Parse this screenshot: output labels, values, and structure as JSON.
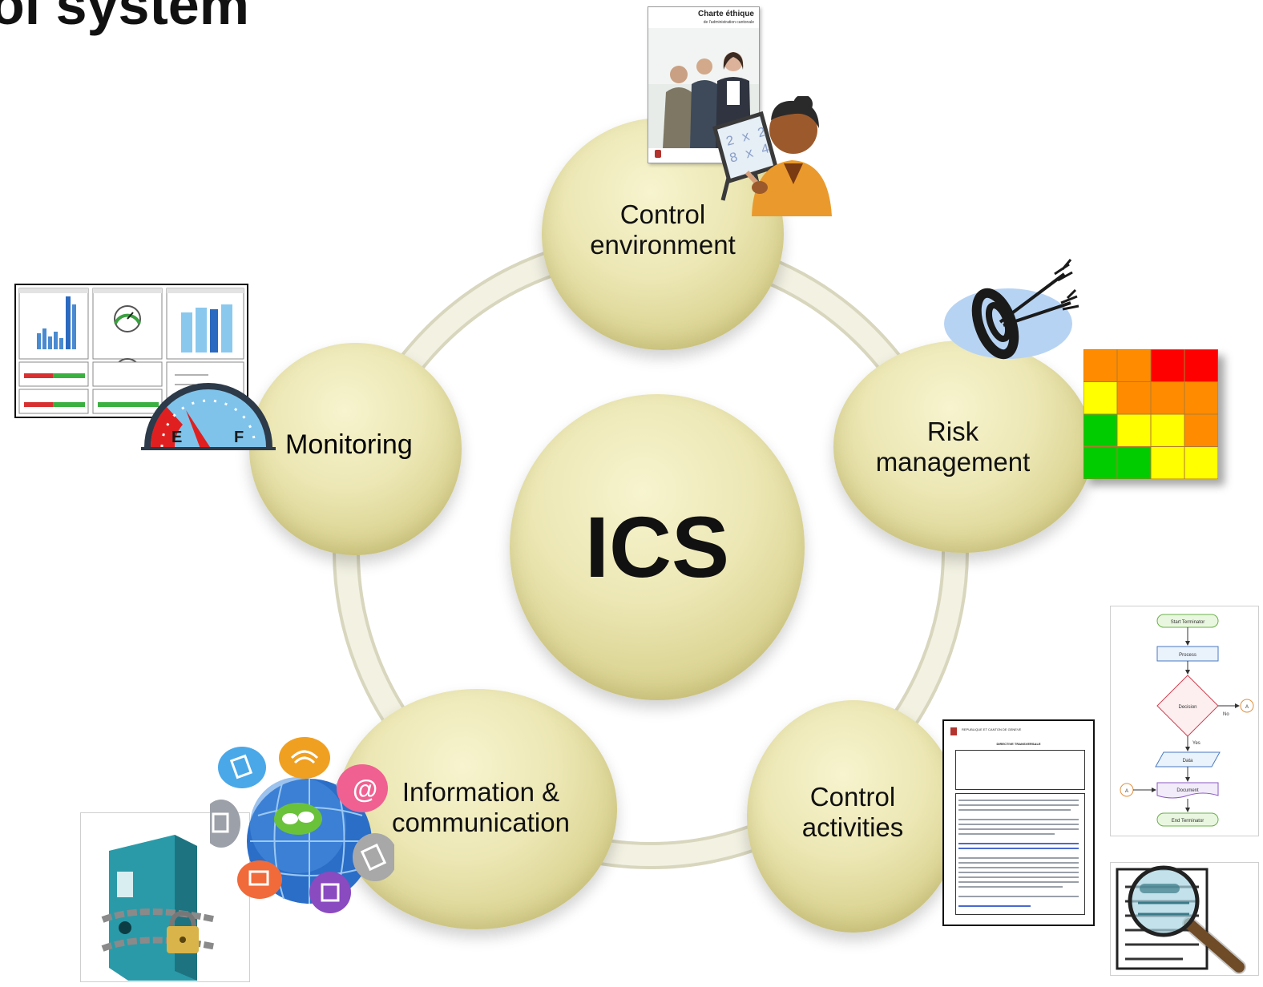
{
  "title": "ol system",
  "center": {
    "label": "ICS"
  },
  "components": [
    {
      "id": "control-environment",
      "lines": [
        "Control",
        "environment"
      ]
    },
    {
      "id": "risk-management",
      "lines": [
        "Risk",
        "management"
      ]
    },
    {
      "id": "control-activities",
      "lines": [
        "Control",
        "activities"
      ]
    },
    {
      "id": "information-communication",
      "lines": [
        "Information &",
        "communication"
      ]
    },
    {
      "id": "monitoring",
      "lines": [
        "Monitoring"
      ]
    }
  ],
  "illustrations": {
    "charter": {
      "title": "Charte éthique",
      "subtitle": "de l'administration cantonale"
    },
    "whiteboard": {
      "text": [
        "2 x 2",
        "8 x 4"
      ]
    },
    "gauge": {
      "left": "E",
      "right": "F"
    },
    "flowchart": {
      "start": "Start Terminator",
      "process": "Process",
      "decision": "Decision",
      "no": "No",
      "yes": "Yes",
      "data": "Data",
      "document": "Document",
      "end": "End Terminator",
      "connector": "A"
    },
    "directive": {
      "heading1": "REPUBLIQUE ET CANTON DE GENEVE",
      "heading2": "DIRECTIVE TRANSVERSALE"
    }
  },
  "colors": {
    "circle": "#ece7b4",
    "ring": "#eeecd6",
    "heat_red": "#ff0000",
    "heat_orange": "#ff8c00",
    "heat_yellow": "#ffff00",
    "heat_green": "#00cc00"
  },
  "heatmap": [
    [
      "orange",
      "orange",
      "red",
      "red"
    ],
    [
      "yellow",
      "orange",
      "orange",
      "orange"
    ],
    [
      "green",
      "yellow",
      "yellow",
      "orange"
    ],
    [
      "green",
      "green",
      "yellow",
      "yellow"
    ]
  ]
}
